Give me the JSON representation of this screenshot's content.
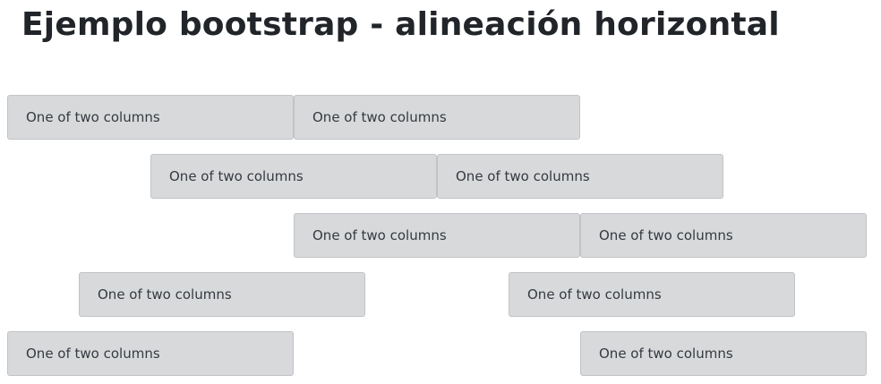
{
  "title": "Ejemplo bootstrap - alineación horizontal",
  "rows": [
    {
      "cells": [
        "One of two columns",
        "One of two columns"
      ]
    },
    {
      "cells": [
        "One of two columns",
        "One of two columns"
      ]
    },
    {
      "cells": [
        "One of two columns",
        "One of two columns"
      ]
    },
    {
      "cells": [
        "One of two columns",
        "One of two columns"
      ]
    },
    {
      "cells": [
        "One of two columns",
        "One of two columns"
      ]
    }
  ]
}
